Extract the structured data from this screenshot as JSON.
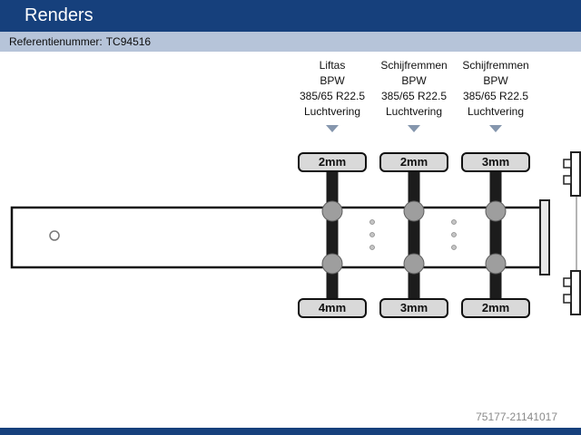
{
  "header": {
    "brand": "Renders"
  },
  "subheader": {
    "reference_label": "Referentienummer:",
    "reference_value": "TC94516"
  },
  "axles": [
    {
      "type": "Liftas",
      "brand": "BPW",
      "tires": "385/65 R22.5",
      "suspension": "Luchtvering",
      "top_mm": "2mm",
      "bottom_mm": "4mm"
    },
    {
      "type": "Schijfremmen",
      "brand": "BPW",
      "tires": "385/65 R22.5",
      "suspension": "Luchtvering",
      "top_mm": "2mm",
      "bottom_mm": "3mm"
    },
    {
      "type": "Schijfremmen",
      "brand": "BPW",
      "tires": "385/65 R22.5",
      "suspension": "Luchtvering",
      "top_mm": "3mm",
      "bottom_mm": "2mm"
    }
  ],
  "footer": {
    "code": "75177-21141017"
  },
  "colors": {
    "header_bg": "#16407c",
    "subheader_bg": "#b6c4d9",
    "mm_label_fill": "#d9d9d9",
    "wheel_fill": "#9e9e9e",
    "axle_bar": "#1c1c1c",
    "arrow": "#8596ad",
    "footer_text": "#8a8a8a"
  }
}
